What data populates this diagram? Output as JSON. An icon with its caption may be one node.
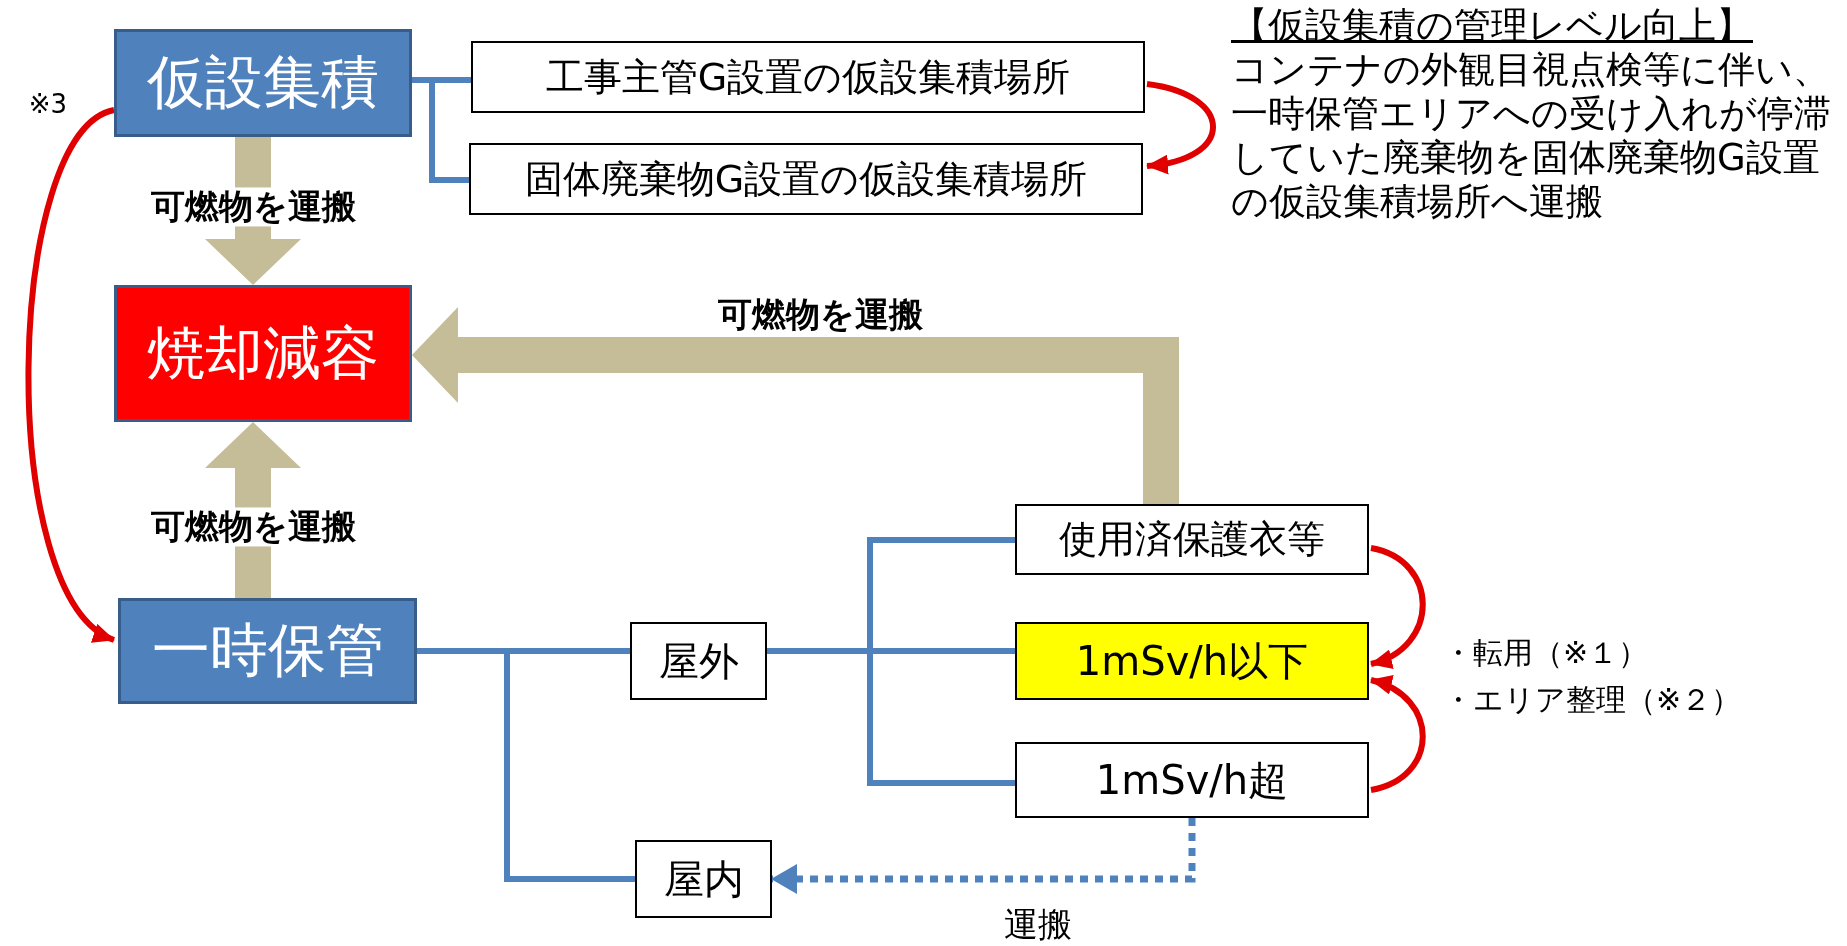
{
  "diagram": {
    "nodes": [
      {
        "text": [
          "仮設集積"
        ]
      },
      {
        "text": [
          "工事主管G設置の仮設集積場所"
        ]
      },
      {
        "text": [
          "固体廃棄物G設置の仮設集積場所"
        ]
      },
      {
        "text": [
          "焼却減容"
        ]
      },
      {
        "text": [
          "一時保管"
        ]
      },
      {
        "text": [
          "屋外"
        ]
      },
      {
        "text": [
          "使用済保護衣等"
        ]
      },
      {
        "text": [
          "1mSv/h以下"
        ]
      },
      {
        "text": [
          "1mSv/h超"
        ]
      },
      {
        "text": [
          "屋内"
        ]
      }
    ],
    "edges": [
      {
        "from": 0,
        "to": 1,
        "arrow": "none"
      },
      {
        "from": 0,
        "to": 2,
        "arrow": "none"
      },
      {
        "from": 1,
        "to": 2,
        "arrow": "to",
        "color": "#e00000"
      },
      {
        "from": 0,
        "to": 3,
        "arrow": "to",
        "label": "可燃物を運搬",
        "style": "thick",
        "color": "#c4bd97"
      },
      {
        "from": 4,
        "to": 3,
        "arrow": "to",
        "label": "可燃物を運搬",
        "style": "thick",
        "color": "#c4bd97"
      },
      {
        "from": 6,
        "to": 3,
        "arrow": "to",
        "label": "可燃物を運搬",
        "style": "thick",
        "color": "#c4bd97"
      },
      {
        "from": 0,
        "to": 4,
        "arrow": "to",
        "label": "※3",
        "color": "#e00000"
      },
      {
        "from": 4,
        "to": 5,
        "arrow": "none"
      },
      {
        "from": 4,
        "to": 9,
        "arrow": "none"
      },
      {
        "from": 5,
        "to": 6,
        "arrow": "none"
      },
      {
        "from": 5,
        "to": 7,
        "arrow": "none"
      },
      {
        "from": 5,
        "to": 8,
        "arrow": "none"
      },
      {
        "from": 6,
        "to": 7,
        "arrow": "to",
        "color": "#e00000"
      },
      {
        "from": 8,
        "to": 7,
        "arrow": "to",
        "color": "#e00000"
      },
      {
        "from": 8,
        "to": 9,
        "arrow": "to",
        "label": "運搬",
        "style": "dashed"
      }
    ],
    "labels": [
      "【仮設集積の管理レベル向上】",
      "コンテナの外観目視点検等に伴い、一時保管エリアへの受け入れが停滞していた廃棄物を固体廃棄物G設置の仮設集積場所へ運搬",
      "・転用（※１）",
      "・エリア整理（※２）"
    ]
  }
}
